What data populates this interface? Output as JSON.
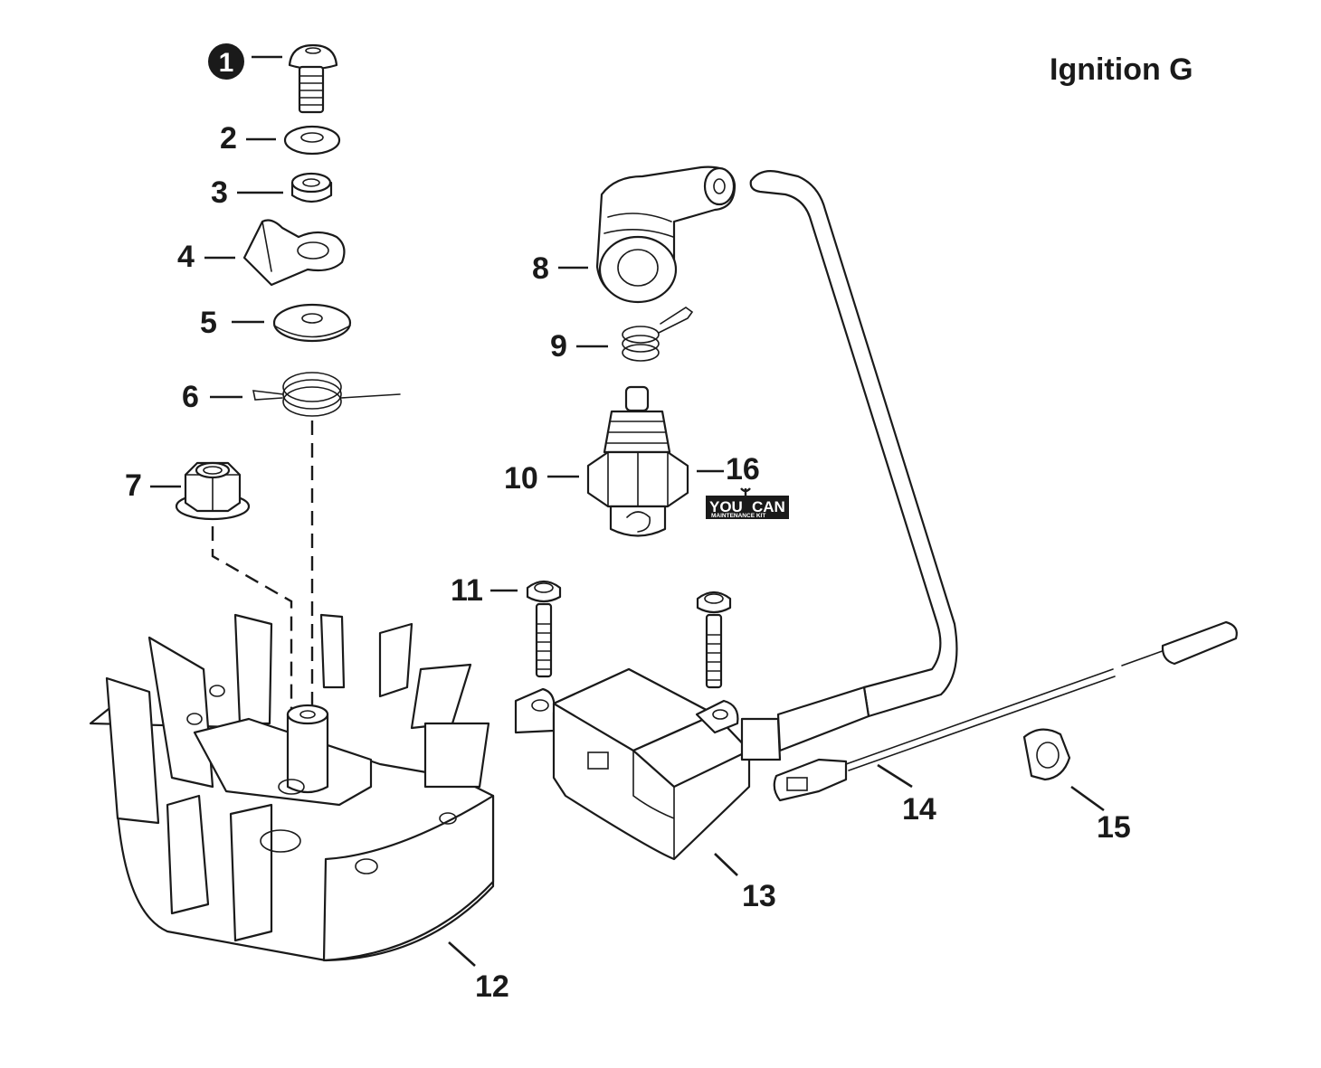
{
  "title": "Ignition G",
  "callouts": {
    "c1": "1",
    "c2": "2",
    "c3": "3",
    "c4": "4",
    "c5": "5",
    "c6": "6",
    "c7": "7",
    "c8": "8",
    "c9": "9",
    "c10": "10",
    "c11": "11",
    "c12": "12",
    "c13": "13",
    "c14": "14",
    "c15": "15",
    "c16": "16"
  },
  "logo": {
    "text_left": "YOU",
    "text_right": "CAN",
    "subtitle": "MAINTENANCE KIT",
    "icon": "wrench-icon"
  },
  "colors": {
    "ink": "#1a1a1a",
    "paper": "#ffffff"
  }
}
